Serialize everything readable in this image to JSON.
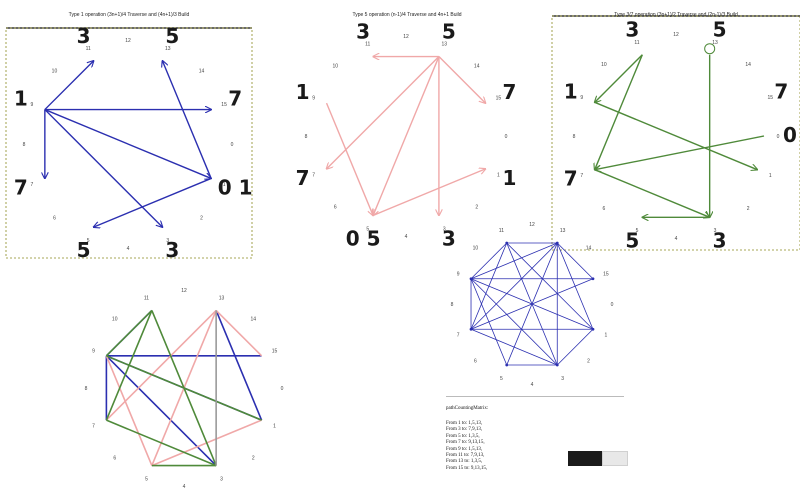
{
  "colors": {
    "blue": "#2b2fb0",
    "pink": "#f0a8a8",
    "green": "#4f8a3a",
    "gray": "#9a9a9a",
    "frame": "#8a8a20",
    "ink": "#1a1a1a"
  },
  "node_labels": [
    "0",
    "1",
    "2",
    "3",
    "4",
    "5",
    "6",
    "7",
    "8",
    "9",
    "10",
    "11",
    "12",
    "13",
    "14",
    "15"
  ],
  "panels": [
    {
      "id": "p1",
      "title": "Type 1 operation (3n+1)/4 Traverse and (4n+1)/3 Build",
      "edge_color": "blue",
      "edges": [
        [
          9,
          11
        ],
        [
          9,
          15
        ],
        [
          9,
          7
        ],
        [
          9,
          3
        ],
        [
          9,
          1
        ],
        [
          1,
          13
        ],
        [
          1,
          5
        ]
      ],
      "annotations": [
        {
          "node": 9,
          "text": "1"
        },
        {
          "node": 11,
          "text": "3"
        },
        {
          "node": 13,
          "text": "5"
        },
        {
          "node": 15,
          "text": "7"
        },
        {
          "node": 7,
          "text": "7"
        },
        {
          "node": 5,
          "text": "5"
        },
        {
          "node": 3,
          "text": "3"
        },
        {
          "node": 1,
          "text": "0 1"
        }
      ]
    },
    {
      "id": "p2",
      "title": "Type 5 operation (n-1)/4 Traverse and 4n+1 Build",
      "edge_color": "pink",
      "edges": [
        [
          13,
          11
        ],
        [
          13,
          15
        ],
        [
          13,
          7
        ],
        [
          13,
          3
        ],
        [
          13,
          5
        ],
        [
          9,
          5
        ],
        [
          5,
          1
        ]
      ],
      "annotations": [
        {
          "node": 11,
          "text": "3"
        },
        {
          "node": 13,
          "text": "5"
        },
        {
          "node": 15,
          "text": "7"
        },
        {
          "node": 9,
          "text": "1"
        },
        {
          "node": 7,
          "text": "7"
        },
        {
          "node": 5,
          "text": "0 5"
        },
        {
          "node": 3,
          "text": "3"
        },
        {
          "node": 1,
          "text": "1"
        }
      ]
    },
    {
      "id": "p3",
      "title": "Type 3/7 operation (3n+1)/2 Traverse and (2n-1)/3 Build",
      "edge_color": "green",
      "edges": [
        [
          11,
          9
        ],
        [
          11,
          7
        ],
        [
          13,
          3
        ],
        [
          0,
          7
        ],
        [
          9,
          1
        ],
        [
          7,
          3
        ],
        [
          3,
          5
        ],
        [
          13,
          13
        ]
      ],
      "annotations": [
        {
          "node": 11,
          "text": "3"
        },
        {
          "node": 13,
          "text": "5"
        },
        {
          "node": 15,
          "text": "7"
        },
        {
          "node": 9,
          "text": "1"
        },
        {
          "node": 0,
          "text": "0"
        },
        {
          "node": 7,
          "text": "7"
        },
        {
          "node": 5,
          "text": "5"
        },
        {
          "node": 3,
          "text": "3"
        }
      ]
    },
    {
      "id": "p4",
      "title": "",
      "edges_colored": [
        {
          "c": "blue",
          "e": [
            [
              9,
              15
            ],
            [
              9,
              7
            ],
            [
              9,
              1
            ],
            [
              9,
              3
            ],
            [
              9,
              11
            ],
            [
              1,
              13
            ]
          ]
        },
        {
          "c": "pink",
          "e": [
            [
              13,
              15
            ],
            [
              13,
              7
            ],
            [
              13,
              5
            ],
            [
              9,
              5
            ],
            [
              5,
              1
            ]
          ]
        },
        {
          "c": "green",
          "e": [
            [
              11,
              9
            ],
            [
              11,
              7
            ],
            [
              11,
              3
            ],
            [
              7,
              3
            ],
            [
              9,
              1
            ],
            [
              3,
              5
            ]
          ]
        },
        {
          "c": "gray",
          "e": [
            [
              13,
              3
            ]
          ]
        }
      ]
    },
    {
      "id": "p5",
      "title": "",
      "edge_color": "blue",
      "edges": [
        [
          9,
          11
        ],
        [
          9,
          15
        ],
        [
          9,
          7
        ],
        [
          9,
          3
        ],
        [
          9,
          1
        ],
        [
          9,
          5
        ],
        [
          9,
          13
        ],
        [
          11,
          7
        ],
        [
          11,
          3
        ],
        [
          11,
          13
        ],
        [
          11,
          1
        ],
        [
          13,
          15
        ],
        [
          13,
          7
        ],
        [
          13,
          3
        ],
        [
          13,
          5
        ],
        [
          13,
          1
        ],
        [
          15,
          7
        ],
        [
          7,
          1
        ],
        [
          7,
          3
        ],
        [
          1,
          3
        ],
        [
          5,
          3
        ]
      ]
    }
  ],
  "matrix": {
    "title": "pathCountingMatrix:",
    "rows": [
      "From 1 to: 1,5,13,",
      "From 3 to: 7,9,13,",
      "From 5 to: 1,3,5,",
      "From 7 to: 9,13,15,",
      "From 9 to: 1,5,13,",
      "From 11 to: 7,9,13,",
      "From 13 to: 1,3,5,",
      "From 15 to: 9,13,15,"
    ]
  }
}
